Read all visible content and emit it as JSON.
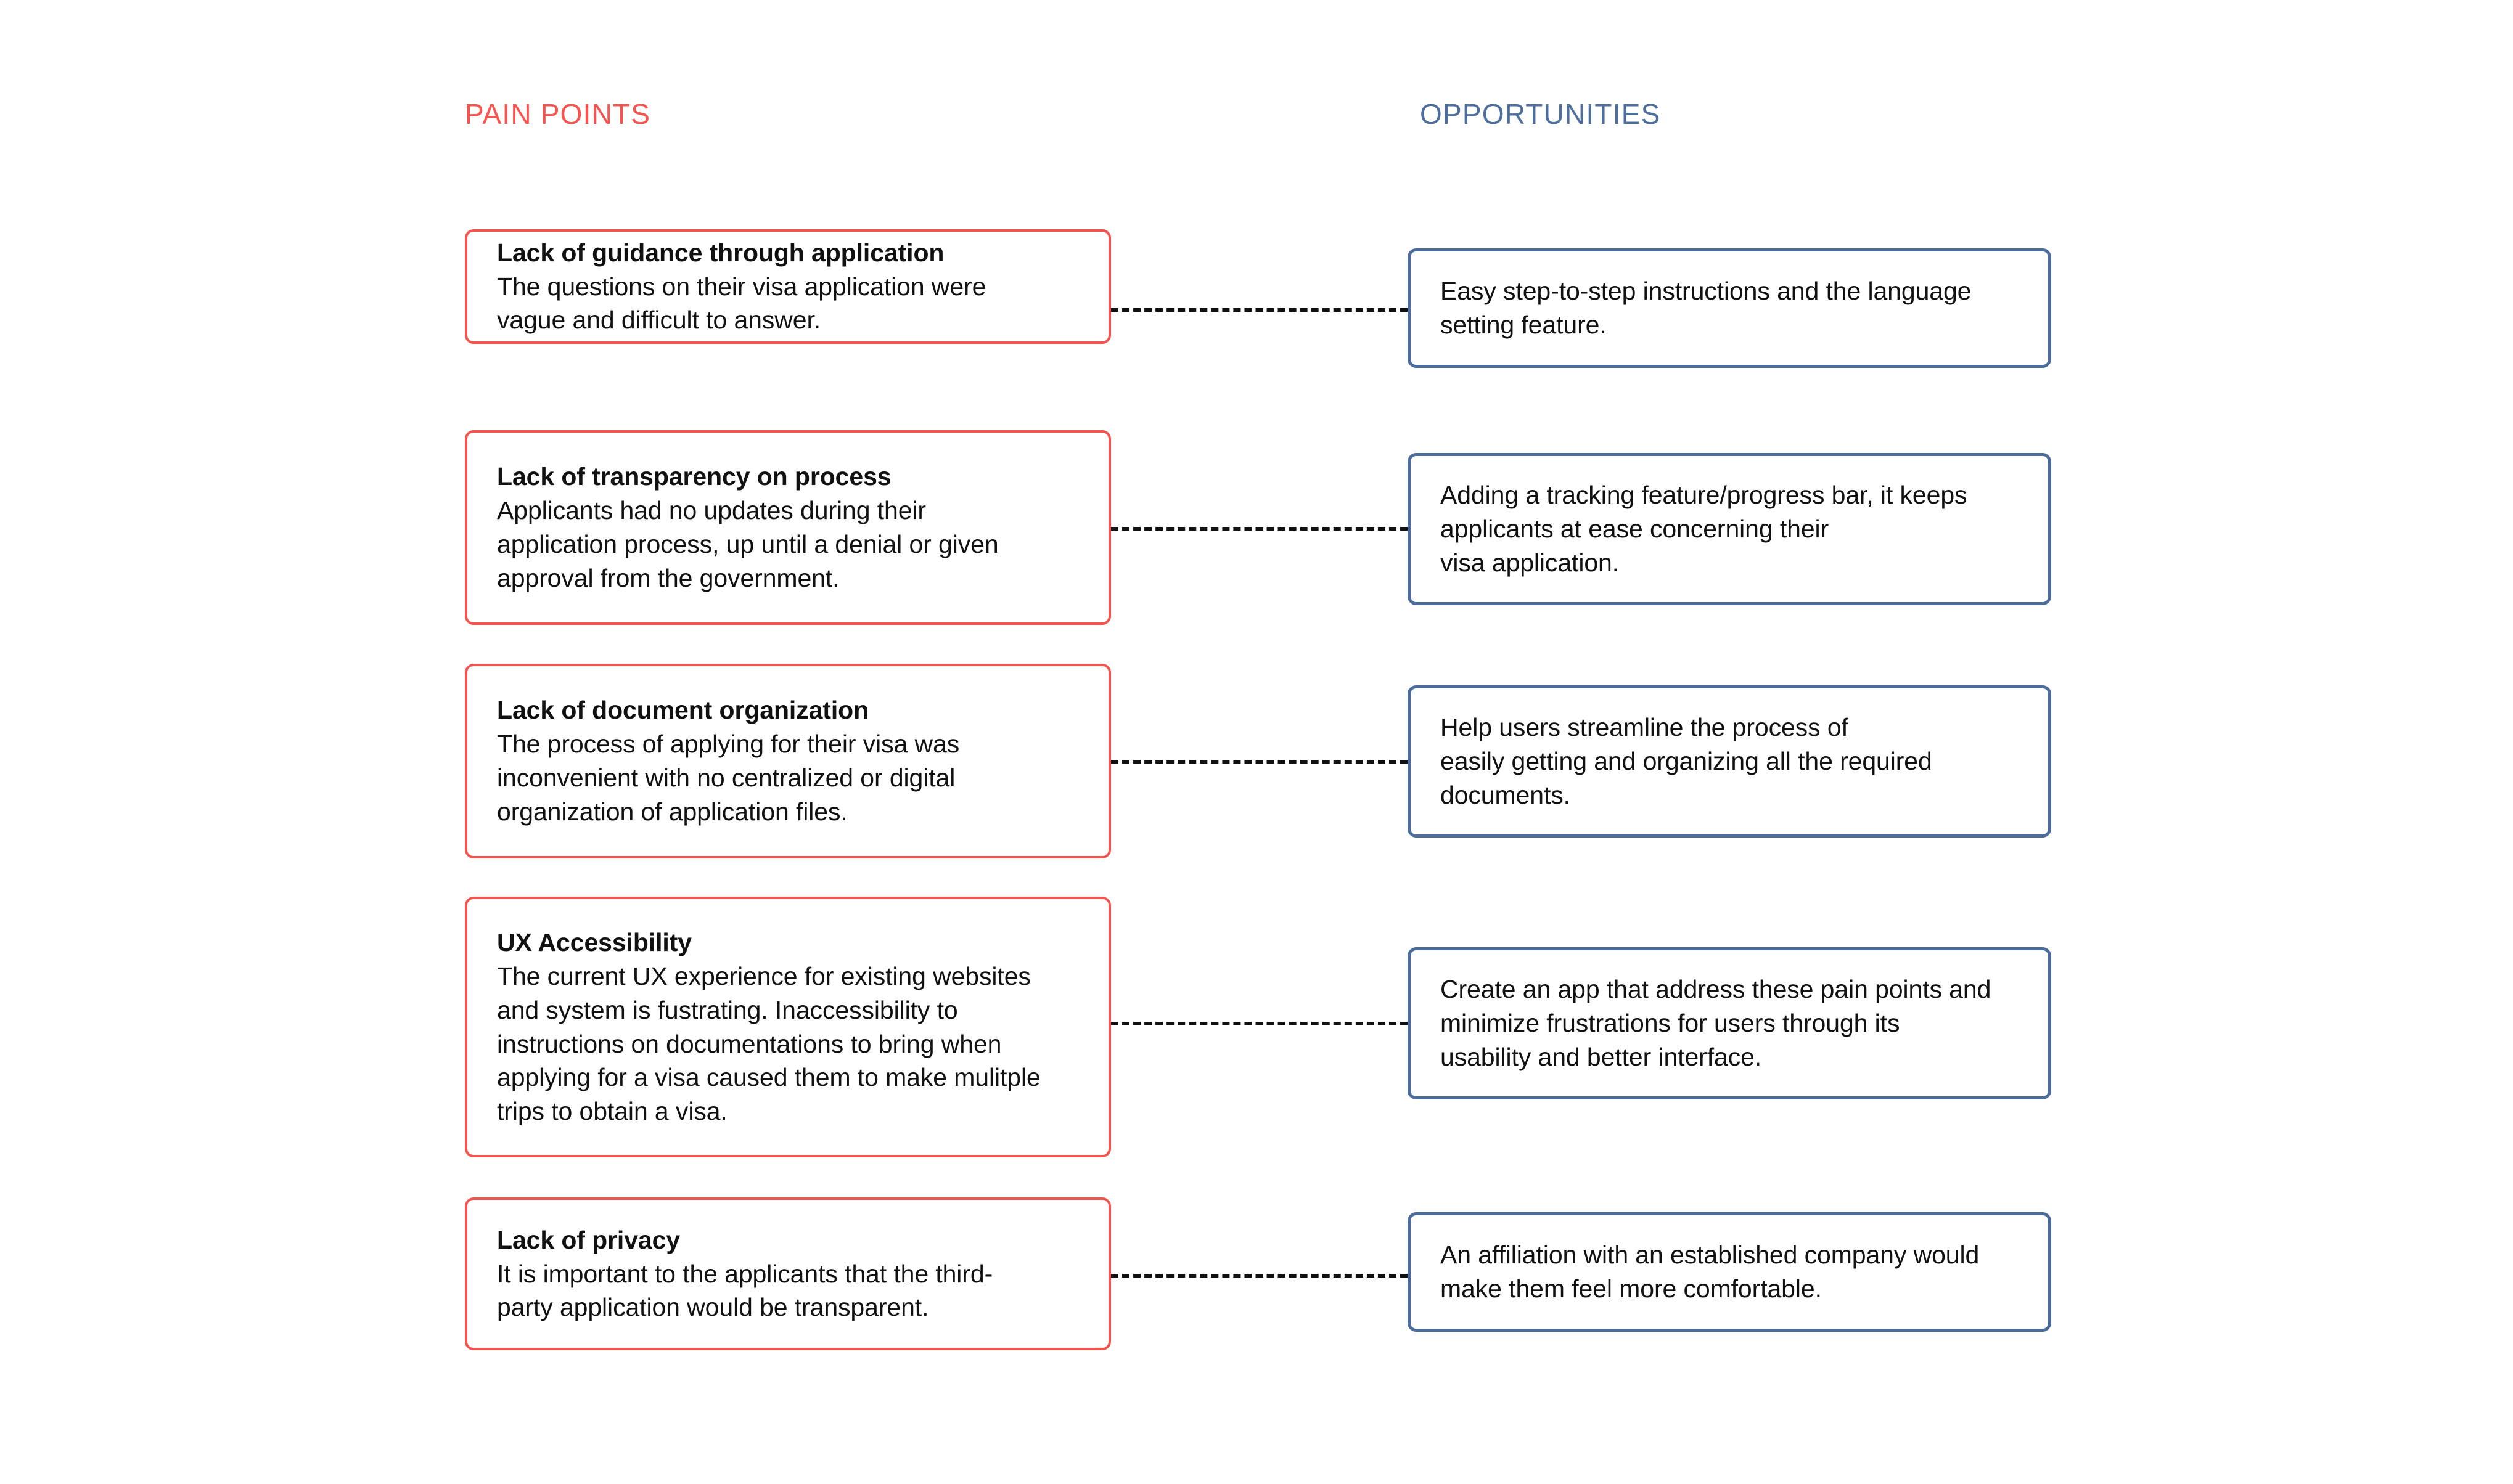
{
  "columns": {
    "pain": {
      "heading": "PAIN POINTS",
      "color": "#f8534f"
    },
    "opportunities": {
      "heading": "OPPORTUNITIES",
      "color": "#4e6e9e"
    }
  },
  "theme": {
    "background": "#ffffff",
    "pain_border": "#f4544f",
    "opportunity_border": "#4c6d9c",
    "connector_color": "#111111",
    "text_color": "#111111"
  },
  "rows": [
    {
      "pain": {
        "title": "Lack of guidance through application",
        "body": "The questions on their visa application were\nvague and difficult to answer."
      },
      "opportunity": {
        "body": "Easy step-to-step instructions and the language\nsetting feature."
      }
    },
    {
      "pain": {
        "title": "Lack of transparency on process",
        "body": "Applicants had no updates during their\napplication process, up until a denial or given\napproval from the government."
      },
      "opportunity": {
        "body": "Adding a tracking feature/progress bar, it keeps\napplicants at ease concerning their\nvisa application."
      }
    },
    {
      "pain": {
        "title": "Lack of document organization",
        "body": "The process of applying for their visa was\ninconvenient with no centralized or digital\norganization of application files."
      },
      "opportunity": {
        "body": "Help users streamline the process of\neasily getting and organizing all the required\ndocuments."
      }
    },
    {
      "pain": {
        "title": "UX Accessibility",
        "body": "The current UX experience for existing websites\nand system is fustrating. Inaccessibility to\ninstructions on documentations to bring when\napplying for a visa caused them to make mulitple\ntrips to obtain a visa."
      },
      "opportunity": {
        "body": "Create an app that address these pain points and\nminimize frustrations for users through its\nusability and better interface."
      }
    },
    {
      "pain": {
        "title": "Lack of privacy",
        "body": "It is important to the applicants that the third-\nparty application would be transparent."
      },
      "opportunity": {
        "body": "An affiliation with an established company would\nmake them feel more comfortable."
      }
    }
  ]
}
